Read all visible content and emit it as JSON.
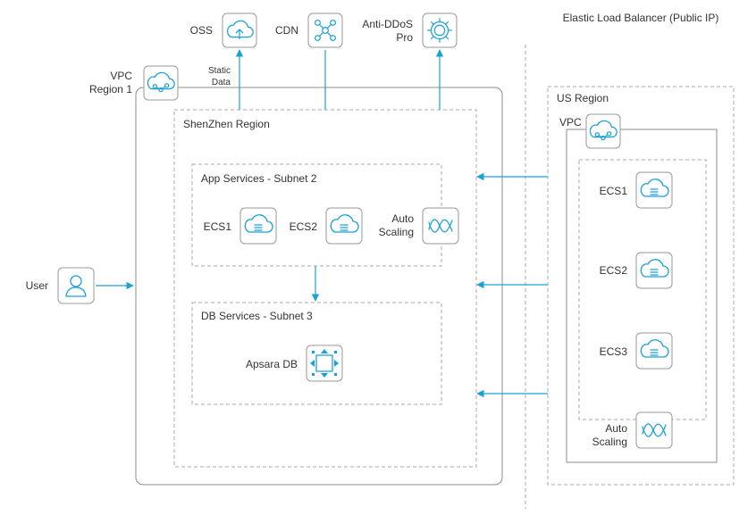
{
  "nodes": {
    "oss": "OSS",
    "cdn": "CDN",
    "anti_ddos_1": "Anti-DDoS",
    "anti_ddos_2": "Pro",
    "elb": "Elastic Load Balancer (Public IP)",
    "vpc_region_1": "VPC",
    "vpc_region_2": "Region 1",
    "static_data_1": "Static",
    "static_data_2": "Data",
    "shenzhen_region": "ShenZhen Region",
    "app_subnet": "App Services - Subnet 2",
    "ecs1": "ECS1",
    "ecs2": "ECS2",
    "auto_scaling_1": "Auto",
    "auto_scaling_2": "Scaling",
    "db_subnet": "DB Services - Subnet 3",
    "apsara_db": "Apsara DB",
    "user": "User",
    "us_region": "US Region",
    "us_vpc": "VPC",
    "us_ecs1": "ECS1",
    "us_ecs2": "ECS2",
    "us_ecs3": "ECS3",
    "us_auto_scaling_1": "Auto",
    "us_auto_scaling_2": "Scaling"
  },
  "icons": {
    "oss": "oss-icon",
    "cdn": "cdn-icon",
    "anti_ddos": "anti-ddos-icon",
    "vpc": "vpc-icon",
    "ecs": "ecs-icon",
    "auto_scaling": "auto-scaling-icon",
    "apsara_db": "apsara-db-icon",
    "user": "user-icon"
  },
  "colors": {
    "accent": "#1aa2d6",
    "border": "#a8a8a8",
    "text": "#333333"
  }
}
